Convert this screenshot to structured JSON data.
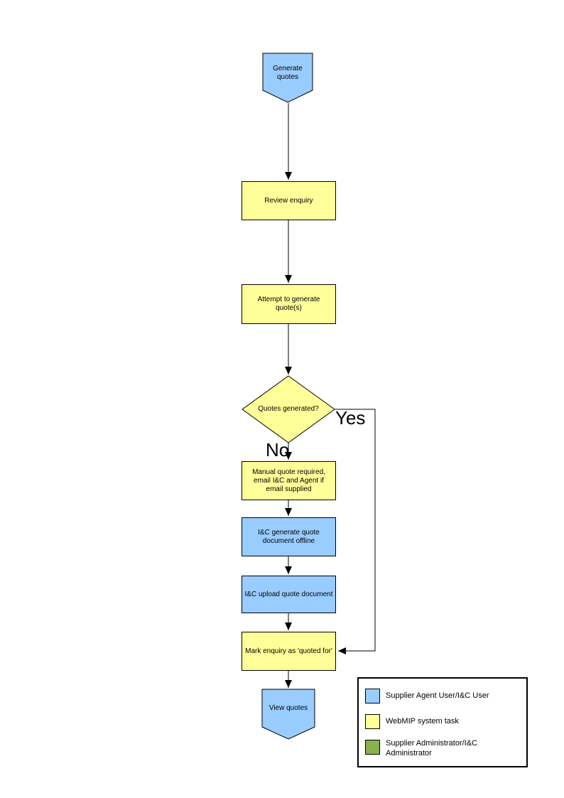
{
  "flowchart": {
    "nodes": {
      "start": {
        "label": "Generate quotes",
        "type": "terminator"
      },
      "review_enquiry": {
        "label": "Review enquiry",
        "type": "process"
      },
      "attempt_generate": {
        "label": "Attempt to generate quote(s)",
        "type": "process"
      },
      "quotes_generated": {
        "label": "Quotes generated?",
        "type": "decision"
      },
      "manual_quote": {
        "label": "Manual quote required, email I&C and Agent if email supplied",
        "type": "process"
      },
      "ic_generate_offline": {
        "label": "I&C generate quote document offline",
        "type": "process"
      },
      "ic_upload_quote": {
        "label": "I&C upload quote document",
        "type": "process"
      },
      "mark_enquiry": {
        "label": "Mark enquiry as 'quoted for'",
        "type": "process"
      },
      "end": {
        "label": "View quotes",
        "type": "terminator"
      }
    },
    "branch_labels": {
      "yes": "Yes",
      "no": "No"
    }
  },
  "legend": {
    "items": [
      {
        "label": "Supplier Agent User/I&C User",
        "color": "#99CCFF"
      },
      {
        "label": "WebMIP system task",
        "color": "#FFFF99"
      },
      {
        "label": "Supplier Administrator/I&C Administrator",
        "color": "#8CB14C"
      }
    ]
  },
  "colors": {
    "user_task": "#99CCFF",
    "system_task": "#FFFF99",
    "admin_task": "#8CB14C",
    "outline": "#000000",
    "background": "#FFFFFF"
  }
}
